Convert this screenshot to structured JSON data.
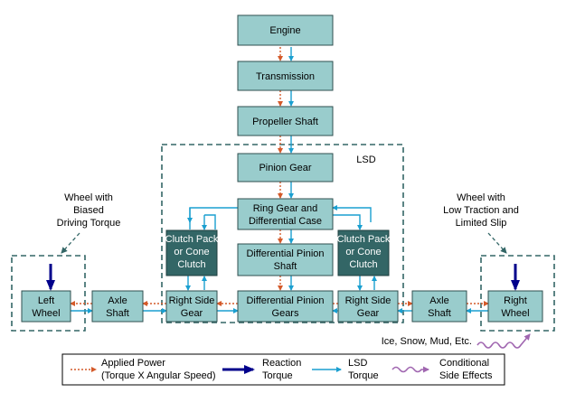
{
  "boxes": {
    "engine": "Engine",
    "transmission": "Transmission",
    "propeller_shaft": "Propeller Shaft",
    "pinion_gear": "Pinion Gear",
    "ring_gear": [
      "Ring Gear and",
      "Differential Case"
    ],
    "clutch_left": [
      "Clutch Pack",
      "or Cone",
      "Clutch"
    ],
    "clutch_right": [
      "Clutch Pack",
      "or Cone",
      "Clutch"
    ],
    "diff_pinion_shaft": [
      "Differential Pinion",
      "Shaft"
    ],
    "diff_pinion_gears": [
      "Differential Pinion",
      "Gears"
    ],
    "right_side_gear_left": [
      "Right Side",
      "Gear"
    ],
    "right_side_gear_right": [
      "Right Side",
      "Gear"
    ],
    "axle_shaft_left": [
      "Axle",
      "Shaft"
    ],
    "axle_shaft_right": [
      "Axle",
      "Shaft"
    ],
    "left_wheel": [
      "Left",
      "Wheel"
    ],
    "right_wheel": [
      "Right",
      "Wheel"
    ]
  },
  "labels": {
    "lsd": "LSD",
    "biased_wheel": [
      "Wheel with",
      "Biased",
      "Driving Torque"
    ],
    "low_traction_wheel": [
      "Wheel with",
      "Low Traction and",
      "Limited Slip"
    ],
    "conditions": "Ice, Snow, Mud, Etc."
  },
  "legend": {
    "applied_power": [
      "Applied Power",
      "(Torque X Angular Speed)"
    ],
    "reaction_torque": [
      "Reaction",
      "Torque"
    ],
    "lsd_torque": [
      "LSD",
      "Torque"
    ],
    "conditional": [
      "Conditional",
      "Side Effects"
    ]
  },
  "colors": {
    "box": "#99cccc",
    "box_dark": "#336666",
    "applied_power": "#d45a2a",
    "reaction_torque": "#00008b",
    "lsd_torque": "#1a9fd0",
    "conditional": "#a066b0"
  }
}
